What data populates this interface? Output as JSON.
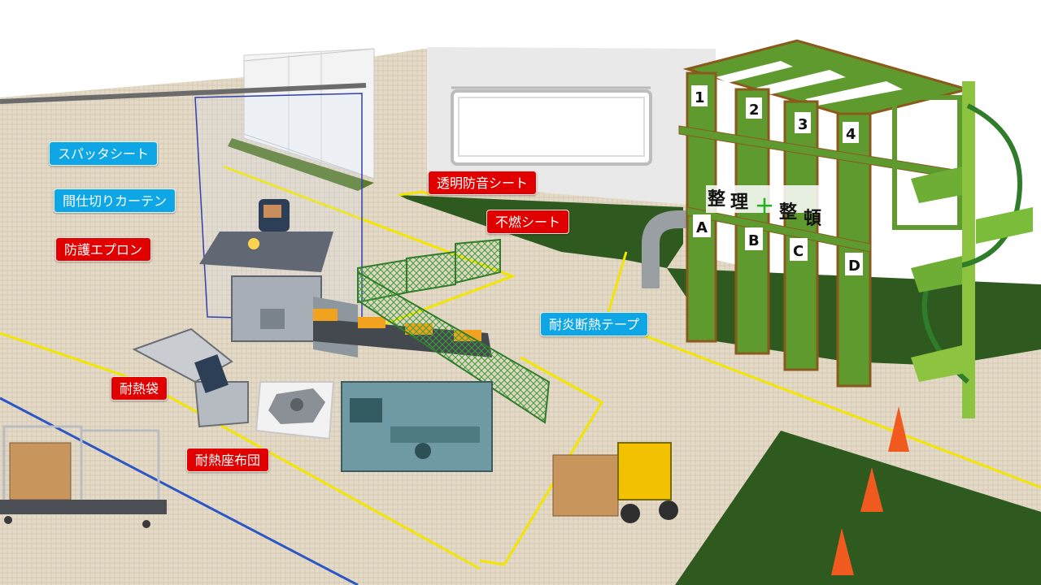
{
  "labels": {
    "spatter_sheet": "スパッタシート",
    "partition_curtain": "間仕切りカーテン",
    "protective_apron": "防護エプロン",
    "transparent_sound_sheet": "透明防音シート",
    "nonflammable_sheet": "不燃シート",
    "fireproof_tape": "耐炎断熱テープ",
    "heat_resistant_bag": "耐熱袋",
    "heat_resistant_cushion": "耐熱座布団"
  },
  "rack": {
    "sign_text": [
      "整",
      "理",
      "＋",
      "整",
      "頓"
    ],
    "column_numbers": [
      "1",
      "2",
      "3",
      "4"
    ],
    "column_letters": [
      "A",
      "B",
      "C",
      "D"
    ]
  },
  "colors": {
    "floor": "#e6dccb",
    "safety_line": "#f2e600",
    "lane_line": "#2a56c6",
    "rack_green": "#5e9a2e",
    "rack_edge": "#8a5a1c",
    "dark_green": "#2f5a1f",
    "blue_label": "#0fa6e6",
    "red_label": "#e10000"
  }
}
